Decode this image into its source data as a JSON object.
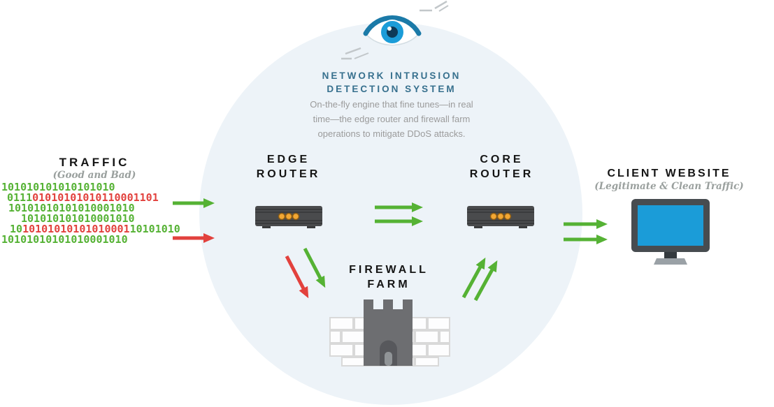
{
  "colors": {
    "green": "#55b234",
    "red": "#e2413d",
    "teal": "#37708e",
    "gray_text": "#9b9b9b",
    "heading_text": "#151515",
    "script_text": "#9aa09e",
    "circle_bg": "#edf3f8",
    "router_body": "#4a4b4d",
    "router_lights": "#f3a733",
    "monitor_frame": "#474c50",
    "screen_blue": "#1b9cd8",
    "castle_gray": "#6d6e71",
    "brick_line": "#d9d9d9",
    "eye_blue": "#1b9cd8",
    "eye_dark": "#0e3a57",
    "eye_lid": "#1b7aa8"
  },
  "nids": {
    "title_line1": "NETWORK INTRUSION",
    "title_line2": "DETECTION SYSTEM",
    "description": [
      "On-the-fly engine that fine tunes—in real",
      "time—the edge router and firewall farm",
      "operations to mitigate DDoS attacks."
    ]
  },
  "edge_router": {
    "line1": "EDGE",
    "line2": "ROUTER"
  },
  "core_router": {
    "line1": "CORE",
    "line2": "ROUTER"
  },
  "firewall": {
    "line1": "FIREWALL",
    "line2": "FARM"
  },
  "traffic": {
    "label": "TRAFFIC",
    "sublabel": "(Good and Bad)",
    "binary_rows": [
      {
        "indent": 0,
        "segments": [
          {
            "text": "101010101010101010",
            "color": "green"
          }
        ]
      },
      {
        "indent": 8,
        "segments": [
          {
            "text": "0111",
            "color": "green"
          },
          {
            "text": "01010101010110001101",
            "color": "red"
          }
        ]
      },
      {
        "indent": 10,
        "segments": [
          {
            "text": "10101010101010001010",
            "color": "green"
          }
        ]
      },
      {
        "indent": 28,
        "segments": [
          {
            "text": "101010101010001010",
            "color": "green"
          }
        ]
      },
      {
        "indent": 12,
        "segments": [
          {
            "text": "10",
            "color": "green"
          },
          {
            "text": "10101010101010001",
            "color": "red"
          },
          {
            "text": "10101010",
            "color": "green"
          }
        ]
      },
      {
        "indent": 0,
        "segments": [
          {
            "text": "10101010101010001010",
            "color": "green"
          }
        ]
      }
    ]
  },
  "client": {
    "label": "CLIENT WEBSITE",
    "sublabel": "(Legitimate & Clean Traffic)"
  }
}
